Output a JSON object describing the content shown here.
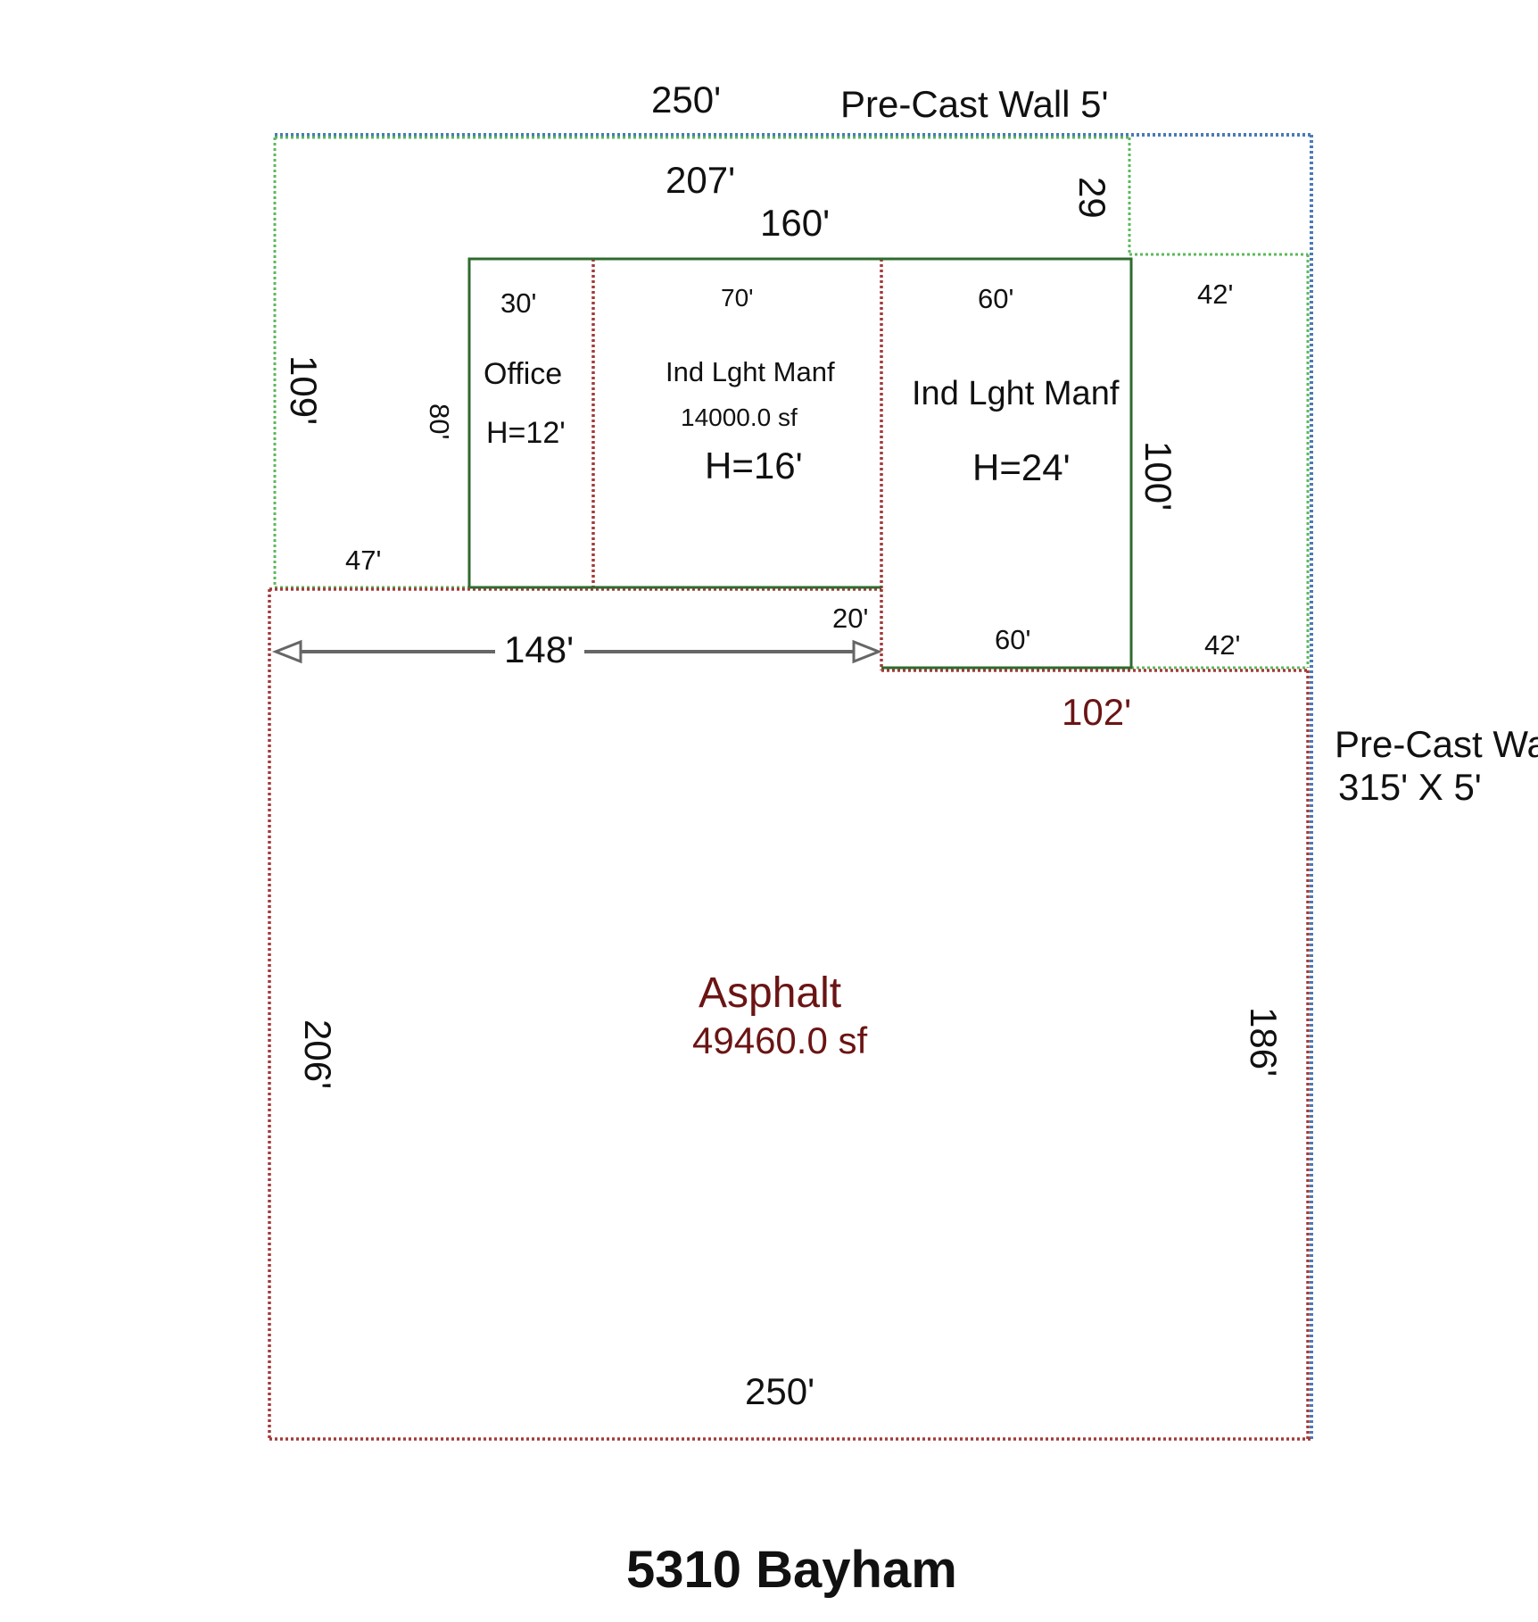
{
  "colors": {
    "property_line": "#4a7ab8",
    "setback_line": "#5cb85c",
    "building_line": "#2e6b2e",
    "asphalt_line": "#a33a3a",
    "dimension_arrow": "#666666",
    "asphalt_text": "#6b1414"
  },
  "walls": {
    "top_label": "Pre-Cast Wall 5'",
    "right_label_line1": "Pre-Cast Wa",
    "right_label_line2": "315'  X 5'"
  },
  "dimensions": {
    "top_250": "250'",
    "d207": "207'",
    "d29": "29",
    "d160": "160'",
    "d30": "30'",
    "d70": "70'",
    "d60_top": "60'",
    "d42_top": "42'",
    "d109": "109'",
    "d80": "80'",
    "d100": "100'",
    "d47": "47'",
    "d20": "20'",
    "d60_bottom": "60'",
    "d42_bottom": "42'",
    "d148": "148'",
    "d102": "102'",
    "d206": "206'",
    "d186": "186'",
    "bottom_250": "250'"
  },
  "areas": {
    "office": {
      "name": "Office",
      "height": "H=12'"
    },
    "manf_70": {
      "name": "Ind Lght Manf",
      "area": "14000.0 sf",
      "height": "H=16'"
    },
    "manf_60": {
      "name": "Ind Lght Manf",
      "height": "H=24'"
    },
    "asphalt": {
      "name": "Asphalt",
      "area": "49460.0 sf"
    }
  },
  "title": "5310 Bayham"
}
